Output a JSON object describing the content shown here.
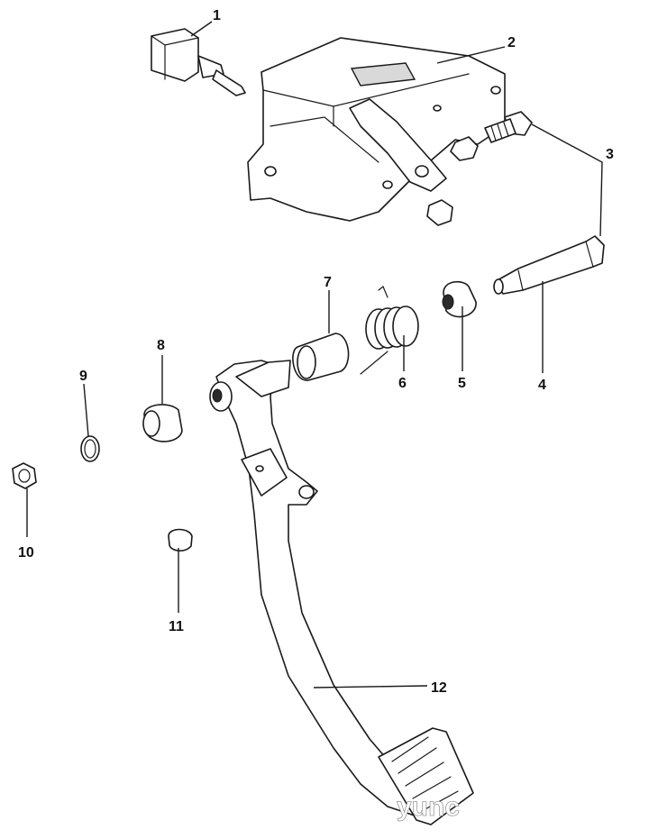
{
  "diagram": {
    "callouts": [
      {
        "id": "1",
        "label": "1"
      },
      {
        "id": "2",
        "label": "2"
      },
      {
        "id": "3",
        "label": "3"
      },
      {
        "id": "4",
        "label": "4"
      },
      {
        "id": "5",
        "label": "5"
      },
      {
        "id": "6",
        "label": "6"
      },
      {
        "id": "7",
        "label": "7"
      },
      {
        "id": "8",
        "label": "8"
      },
      {
        "id": "9",
        "label": "9"
      },
      {
        "id": "10",
        "label": "10"
      },
      {
        "id": "11",
        "label": "11"
      },
      {
        "id": "12",
        "label": "12"
      }
    ],
    "watermark": "yunc"
  }
}
